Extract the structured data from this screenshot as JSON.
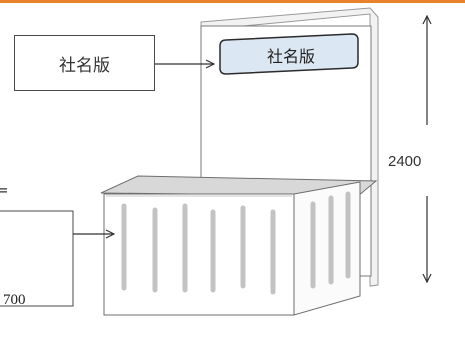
{
  "labels": {
    "name_callout": "社名版",
    "nameplate": "社名版",
    "height_dimension": "2400",
    "width_dimension": "700",
    "clipped_char": "="
  },
  "colors": {
    "accent_bar": "#e9822b",
    "nameplate_fill": "#dce7f4",
    "counter_top": "#d8d8d8",
    "pleat_shadow": "#b9b9b9"
  }
}
